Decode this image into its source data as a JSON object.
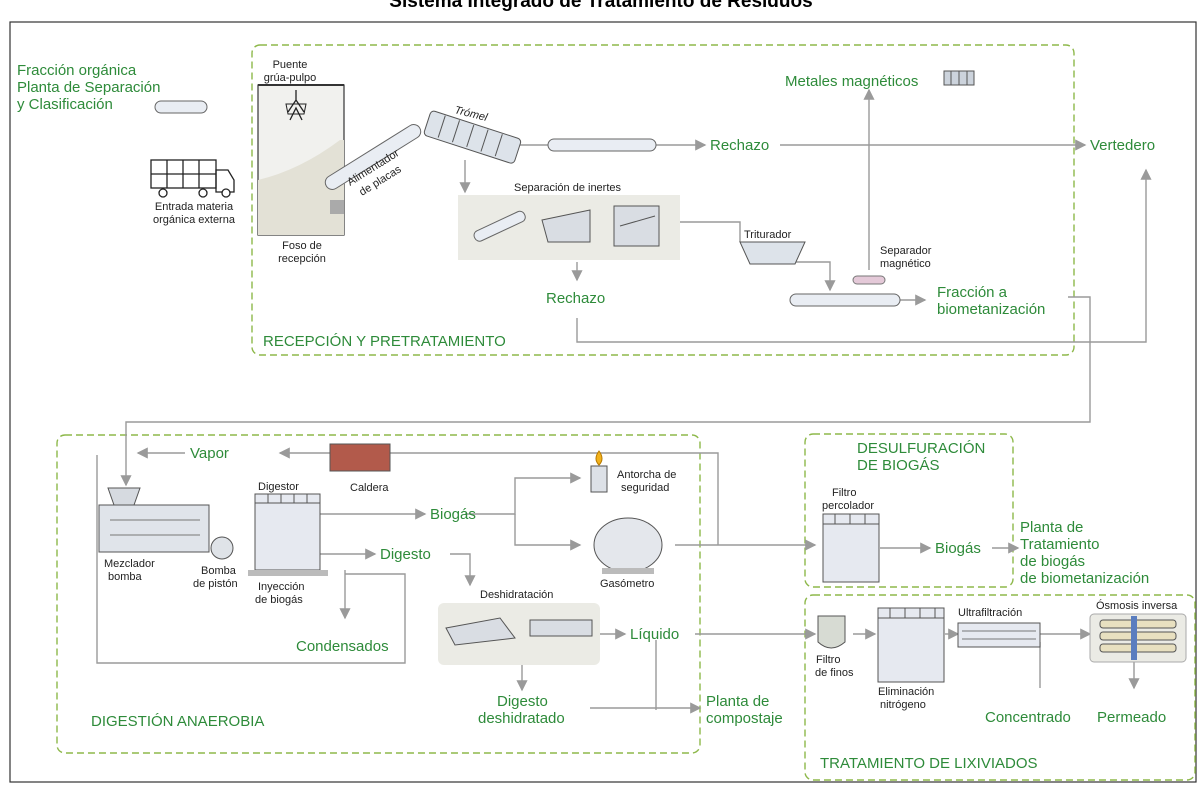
{
  "title": "Sistema Integrado de Tratamiento de Residuos",
  "sections": {
    "recepcion": "RECEPCIÓN Y PRETRATAMIENTO",
    "digestion": "DIGESTIÓN ANAEROBIA",
    "desulfuracion_1": "DESULFURACIÓN",
    "desulfuracion_2": "DE BIOGÁS",
    "lixiviados": "TRATAMIENTO DE LIXIVIADOS"
  },
  "green_labels": {
    "fraccion_1": "Fracción orgánica",
    "fraccion_2": "Planta de Separación",
    "fraccion_3": "y Clasificación",
    "metales": "Metales magnéticos",
    "rechazo_top": "Rechazo",
    "vertedero": "Vertedero",
    "rechazo_mid": "Rechazo",
    "fraccion_bio_1": "Fracción a",
    "fraccion_bio_2": "biometanización",
    "vapor": "Vapor",
    "biogas_1": "Biogás",
    "digesto": "Digesto",
    "condensados": "Condensados",
    "liquido": "Líquido",
    "digesto_desh_1": "Digesto",
    "digesto_desh_2": "deshidratado",
    "planta_comp_1": "Planta de",
    "planta_comp_2": "compostaje",
    "biogas_2": "Biogás",
    "planta_trat_1": "Planta de",
    "planta_trat_2": "Tratamiento",
    "planta_trat_3": "de biogás",
    "planta_trat_4": "de biometanización",
    "concentrado": "Concentrado",
    "permeado": "Permeado"
  },
  "equipment_labels": {
    "puente_1": "Puente",
    "puente_2": "grúa-pulpo",
    "tromel": "Trómel",
    "alimentador_1": "Alimentador",
    "alimentador_2": "de placas",
    "entrada_1": "Entrada materia",
    "entrada_2": "orgánica externa",
    "foso_1": "Foso de",
    "foso_2": "recepción",
    "separacion_inertes": "Separación de inertes",
    "triturador": "Triturador",
    "separador_1": "Separador",
    "separador_2": "magnético",
    "caldera": "Caldera",
    "digestor": "Digestor",
    "antorcha_1": "Antorcha de",
    "antorcha_2": "seguridad",
    "mezclador_1": "Mezclador",
    "mezclador_2": "bomba",
    "bomba_1": "Bomba",
    "bomba_2": "de pistón",
    "inyeccion_1": "Inyección",
    "inyeccion_2": "de biogás",
    "gasometro": "Gasómetro",
    "deshidratacion": "Deshidratación",
    "filtro_perc_1": "Filtro",
    "filtro_perc_2": "percolador",
    "filtro_finos_1": "Filtro",
    "filtro_finos_2": "de finos",
    "eliminacion_1": "Eliminación",
    "eliminacion_2": "nitrógeno",
    "ultrafiltracion": "Ultrafiltración",
    "osmosis": "Ósmosis inversa"
  }
}
